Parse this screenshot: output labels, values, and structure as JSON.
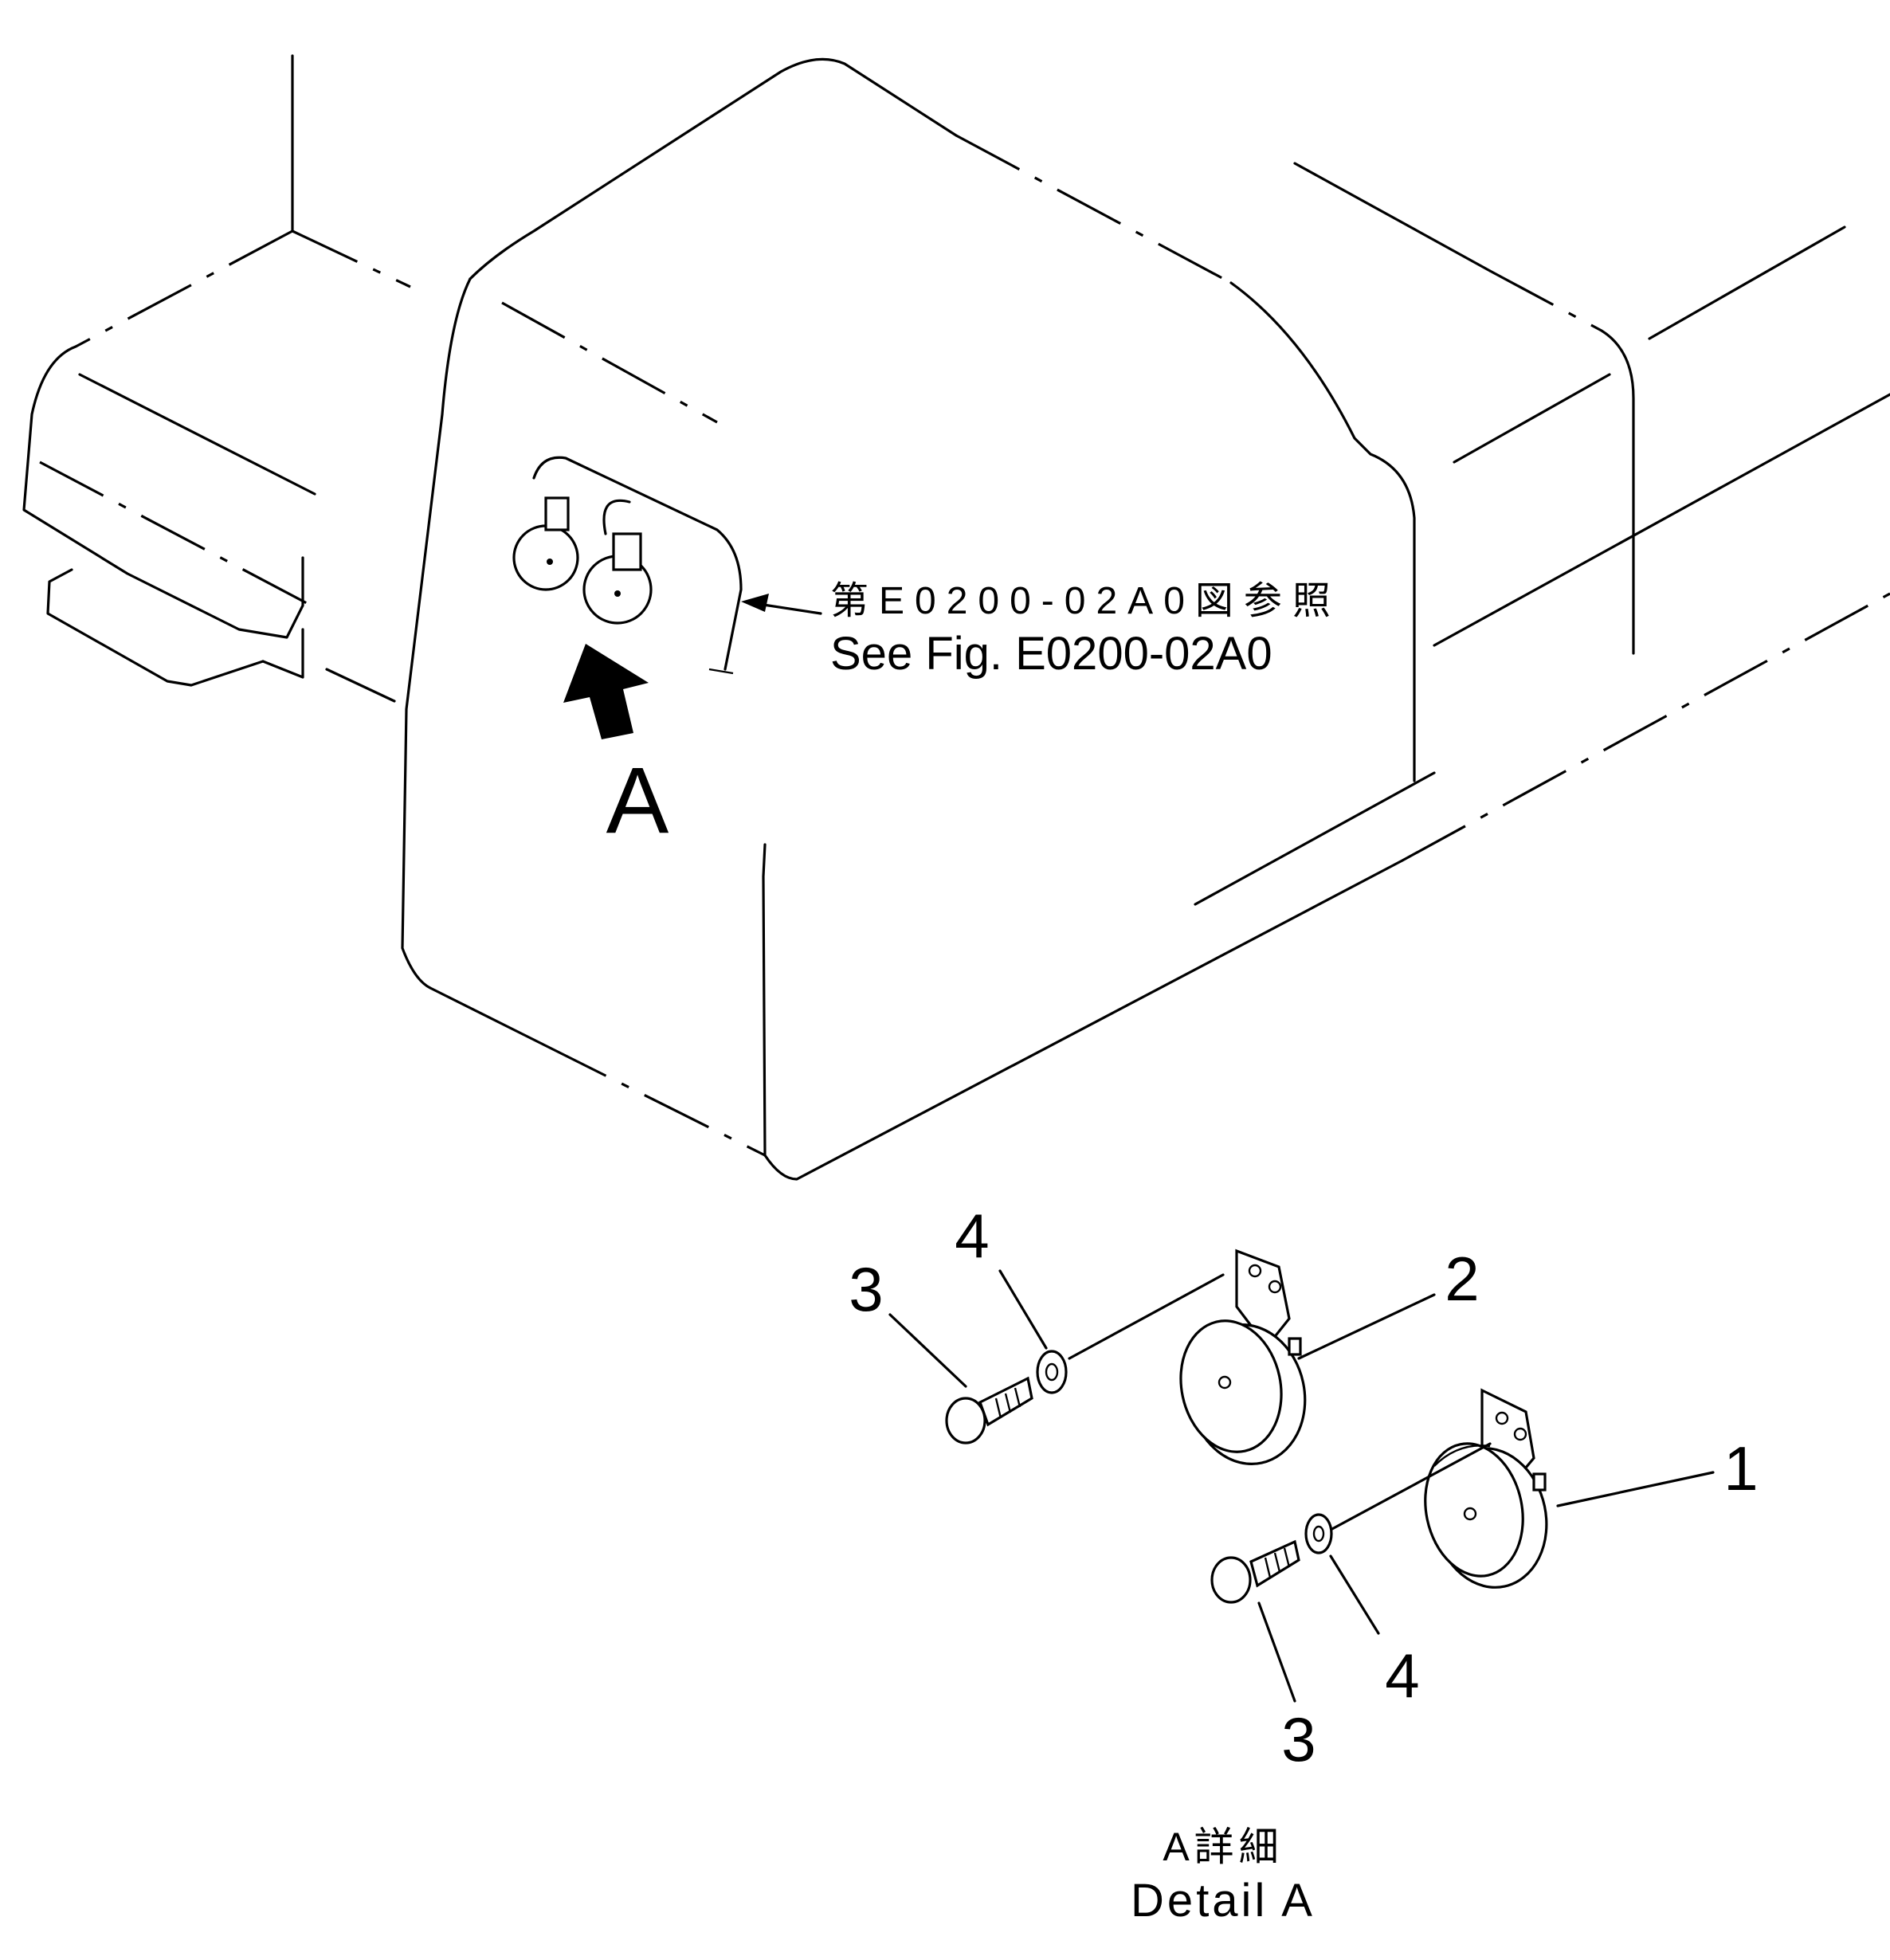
{
  "reference_note": {
    "jp": "第E0200-02A0図参照",
    "en": "See Fig. E0200-02A0"
  },
  "view_arrow_label": "A",
  "callouts": {
    "horn_1": "1",
    "horn_2": "2",
    "bolt_upper": "3",
    "washer_upper": "4",
    "washer_lower": "4",
    "bolt_lower": "3"
  },
  "detail_caption": {
    "jp": "A詳細",
    "en": "Detail A"
  }
}
